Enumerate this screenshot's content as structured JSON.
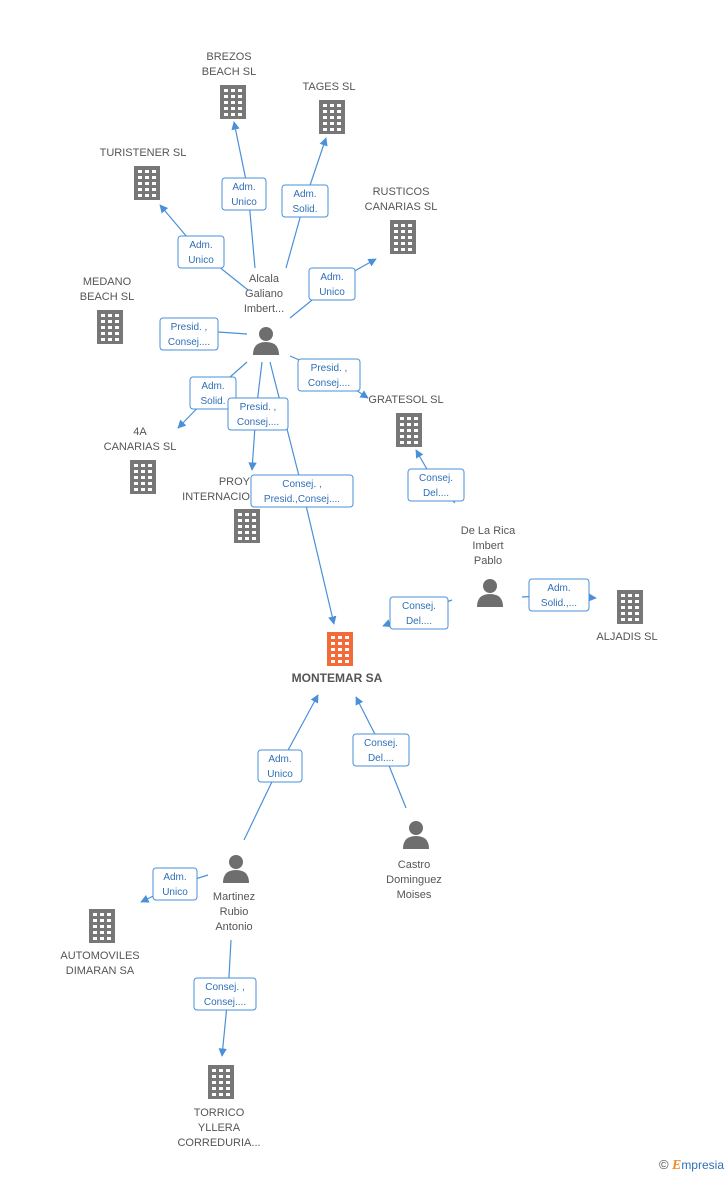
{
  "colors": {
    "edge": "#4a90d9",
    "company": "#777777",
    "main_company": "#f26b38",
    "person": "#6e6e6e"
  },
  "nodes": [
    {
      "id": "brezos",
      "type": "company",
      "lines": [
        "BREZOS",
        "BEACH SL"
      ]
    },
    {
      "id": "tages",
      "type": "company",
      "lines": [
        "TAGES SL"
      ]
    },
    {
      "id": "turistener",
      "type": "company",
      "lines": [
        "TURISTENER SL"
      ]
    },
    {
      "id": "rusticos",
      "type": "company",
      "lines": [
        "RUSTICOS",
        "CANARIAS SL"
      ]
    },
    {
      "id": "alcala",
      "type": "person",
      "lines": [
        "Alcala",
        "Galiano",
        "Imbert..."
      ]
    },
    {
      "id": "medano",
      "type": "company",
      "lines": [
        "MEDANO",
        "BEACH SL"
      ]
    },
    {
      "id": "gratesol",
      "type": "company",
      "lines": [
        "GRATESOL SL"
      ]
    },
    {
      "id": "canarias4a",
      "type": "company",
      "lines": [
        "4A",
        "CANARIAS SL"
      ]
    },
    {
      "id": "proy",
      "type": "company",
      "lines": [
        "PROY",
        "INTERNACIO"
      ]
    },
    {
      "id": "delarica",
      "type": "person",
      "lines": [
        "De La Rica",
        "Imbert",
        "Pablo"
      ]
    },
    {
      "id": "aljadis",
      "type": "company",
      "lines": [
        "ALJADIS SL"
      ]
    },
    {
      "id": "montemar",
      "type": "main",
      "lines": [
        "MONTEMAR SA"
      ]
    },
    {
      "id": "martinez",
      "type": "person",
      "lines": [
        "Martinez",
        "Rubio",
        "Antonio"
      ]
    },
    {
      "id": "castro",
      "type": "person",
      "lines": [
        "Castro",
        "Dominguez",
        "Moises"
      ]
    },
    {
      "id": "automoviles",
      "type": "company",
      "lines": [
        "AUTOMOVILES",
        "DIMARAN SA"
      ]
    },
    {
      "id": "torrico",
      "type": "company",
      "lines": [
        "TORRICO",
        "YLLERA",
        "CORREDURIA..."
      ]
    }
  ],
  "edges": [
    {
      "id": "e1",
      "lines": [
        "Adm.",
        "Unico"
      ]
    },
    {
      "id": "e2",
      "lines": [
        "Adm.",
        "Solid."
      ]
    },
    {
      "id": "e3",
      "lines": [
        "Adm.",
        "Unico"
      ]
    },
    {
      "id": "e4",
      "lines": [
        "Adm.",
        "Unico"
      ]
    },
    {
      "id": "e5",
      "lines": [
        "Presid. ,",
        "Consej...."
      ]
    },
    {
      "id": "e6",
      "lines": [
        "Presid. ,",
        "Consej...."
      ]
    },
    {
      "id": "e7",
      "lines": [
        "Adm.",
        "Solid."
      ]
    },
    {
      "id": "e8",
      "lines": [
        "Presid. ,",
        "Consej...."
      ]
    },
    {
      "id": "e9",
      "lines": [
        "Consej. ,",
        "Presid.,Consej...."
      ]
    },
    {
      "id": "e10",
      "lines": [
        "Consej.",
        "Del...."
      ]
    },
    {
      "id": "e11",
      "lines": [
        "Consej.",
        "Del...."
      ]
    },
    {
      "id": "e12",
      "lines": [
        "Adm.",
        "Solid.,..."
      ]
    },
    {
      "id": "e13",
      "lines": [
        "Adm.",
        "Unico"
      ]
    },
    {
      "id": "e14",
      "lines": [
        "Consej.",
        "Del...."
      ]
    },
    {
      "id": "e15",
      "lines": [
        "Adm.",
        "Unico"
      ]
    },
    {
      "id": "e16",
      "lines": [
        "Consej. ,",
        "Consej...."
      ]
    }
  ],
  "footer": {
    "copyright": "©",
    "brand_initial": "E",
    "brand_rest": "mpresia"
  }
}
